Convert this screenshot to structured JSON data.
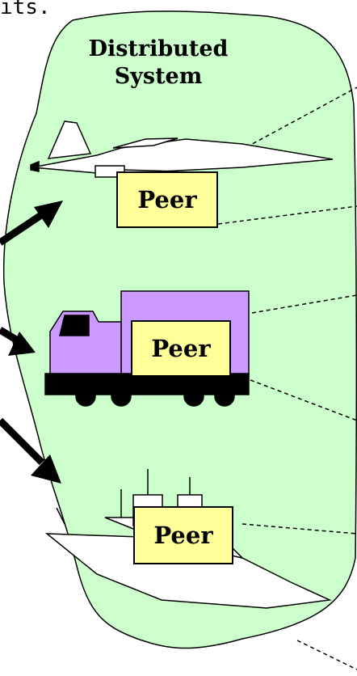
{
  "caption_fragment": "ıts.",
  "blob": {
    "title_line1": "Distributed",
    "title_line2": "System"
  },
  "peers": [
    {
      "label": "Peer",
      "vehicle": "fighter-jet"
    },
    {
      "label": "Peer",
      "vehicle": "truck"
    },
    {
      "label": "Peer",
      "vehicle": "ship"
    }
  ],
  "colors": {
    "blob_fill": "#ccffcc",
    "peer_fill": "#ffff99",
    "truck_fill": "#cc99ff",
    "outline": "#000000"
  }
}
